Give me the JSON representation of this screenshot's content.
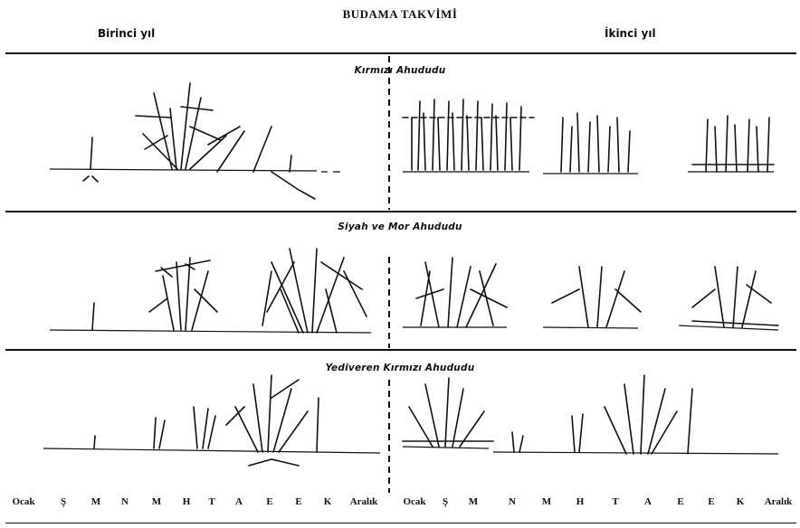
{
  "title": "BUDAMA TAKVİMİ",
  "years": {
    "first": "Birinci yıl",
    "second": "İkinci yıl"
  },
  "sections": [
    {
      "title": "Kırmızı Ahududu"
    },
    {
      "title": "Siyah ve Mor Ahududu"
    },
    {
      "title": "Yediveren Kırmızı Ahududu"
    }
  ],
  "months": {
    "first_year": [
      "Ocak",
      "Ş",
      "M",
      "N",
      "M",
      "H",
      "T",
      "A",
      "E",
      "E",
      "K",
      "Aralık"
    ],
    "second_year": [
      "Ocak",
      "Ş",
      "M",
      "N",
      "M",
      "H",
      "T",
      "A",
      "E",
      "E",
      "K",
      "Aralık"
    ]
  }
}
